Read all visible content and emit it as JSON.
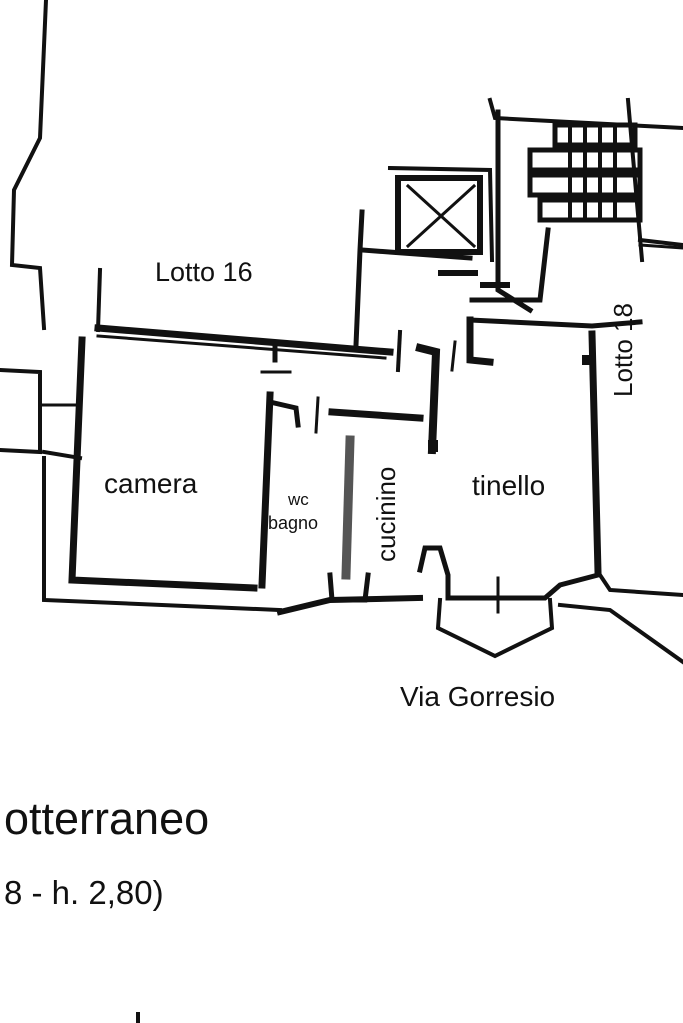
{
  "plan": {
    "labels": {
      "lotto_16": "Lotto  16",
      "lotto_18": "Lotto  18",
      "camera": "camera",
      "wc": "wc",
      "bagno": "bagno",
      "cucinino": "cucinino",
      "tinello": "tinello",
      "street": "Via  Gorresio"
    },
    "caption": "otterraneo",
    "subcaption": "8 - h. 2,80)"
  },
  "colors": {
    "line": "#111111",
    "background": "#ffffff"
  }
}
